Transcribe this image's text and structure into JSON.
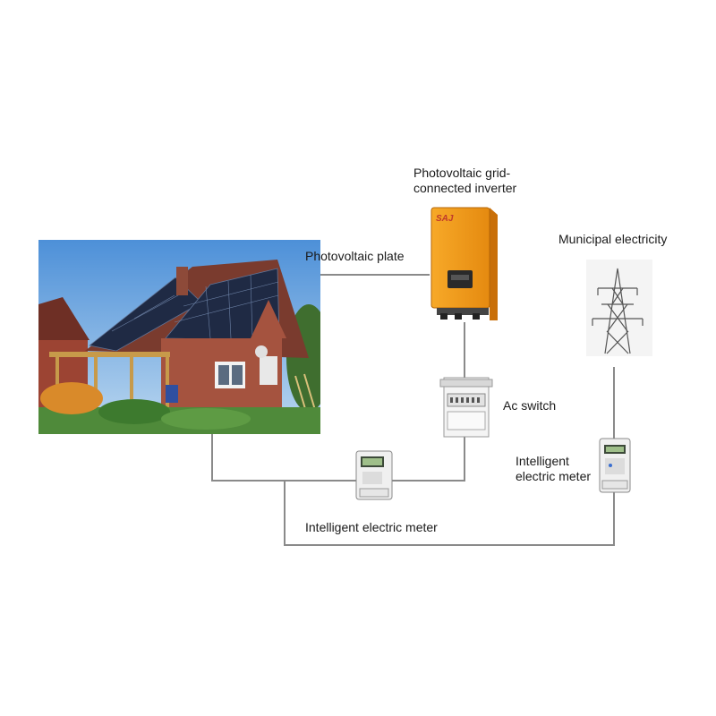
{
  "labels": {
    "inverter_line1": "Photovoltaic grid-",
    "inverter_line2": "connected inverter",
    "pv_plate": "Photovoltaic plate",
    "municipal": "Municipal electricity",
    "ac_switch": "Ac switch",
    "meter_right_line1": "Intelligent",
    "meter_right_line2": "electric meter",
    "meter_bottom": "Intelligent electric meter"
  },
  "inverter": {
    "brand_text": "SAJ",
    "color": "#f39a1c"
  },
  "colors": {
    "wire": "#8a8a8a",
    "sky": "#6aa8e0",
    "roof": "#7a3b2e",
    "panel": "#1f2a44",
    "brick": "#a5533f",
    "grass": "#4f8a3a"
  }
}
